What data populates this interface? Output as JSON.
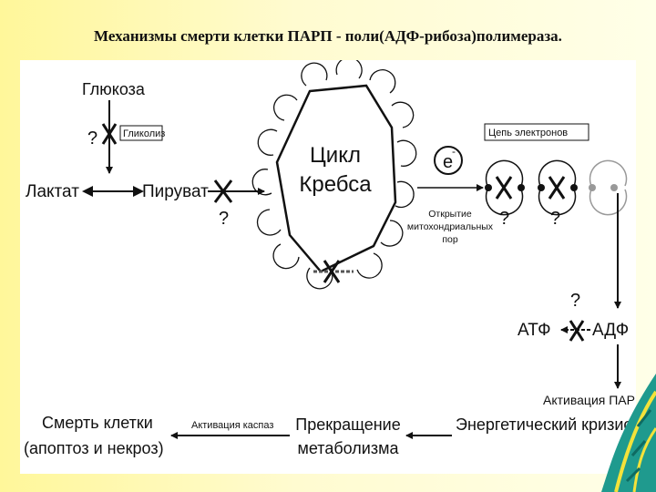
{
  "title": "Механизмы смерти клетки ПАРП - поли(АДФ-рибоза)полимераза.",
  "colors": {
    "background": "#fff9b0",
    "panel": "#ffffff",
    "ink": "#111111",
    "leaf_accent": "#2aa6a0"
  },
  "diagram": {
    "glucose": "Глюкоза",
    "glycolysis": "Гликолиз",
    "lactate": "Лактат",
    "pyruvate": "Пируват",
    "krebs_line1": "Цикл",
    "krebs_line2": "Кребса",
    "electron": "e",
    "electron_sup": "-",
    "etc_label": "Цепь электронов",
    "pore_line1": "Открытие",
    "pore_line2": "митохондриальных",
    "pore_line3": "пор",
    "atp": "АТФ",
    "adp": "АДФ",
    "parp_activation": "Активация ПАРП",
    "energy_crisis": "Энергетический кризис",
    "stop_line1": "Прекращение",
    "stop_line2": "метаболизма",
    "caspase_activation": "Активация каспаз",
    "death_line1": "Смерть клетки",
    "death_line2": "(апоптоз и некроз)",
    "question": "?"
  }
}
